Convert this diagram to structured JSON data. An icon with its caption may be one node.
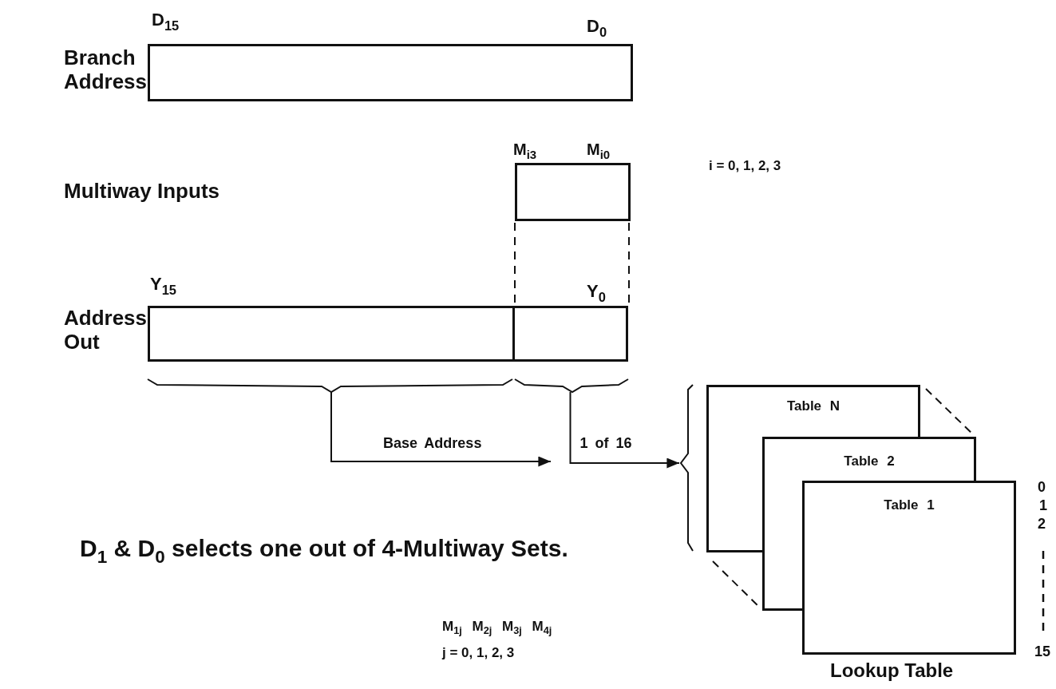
{
  "diagram": {
    "nodes": [
      {
        "text": [
          "Branch Address"
        ]
      },
      {
        "text": [],
        "shape": "box"
      },
      {
        "text": [
          "Address Out"
        ]
      },
      {
        "text": [],
        "shape": "box",
        "in": 2
      },
      {
        "text": [
          "Table N"
        ]
      },
      {
        "text": [
          "Table 2"
        ]
      },
      {
        "text": [
          "Table 1"
        ]
      }
    ],
    "edges": [
      {
        "from": 1,
        "to": 3,
        "arrow": "none",
        "style": "dashed"
      },
      {
        "from": 1,
        "to": 3,
        "arrow": "none",
        "style": "dashed"
      },
      {
        "from": 2,
        "to": null,
        "arrow": "to",
        "label": "Base Address"
      },
      {
        "from": 3,
        "to": 4,
        "arrow": "to",
        "label": "1 of 16"
      }
    ],
    "labels": [
      "Multiway Inputs",
      "D$_{15}$",
      "D$_{0}$",
      "M$_{i3}$",
      "M$_{i0}$",
      "i = 0, 1, 2, 3",
      "Y$_{15}$",
      "Y$_{0}$",
      "0",
      "1",
      "2",
      "15",
      "Lookup Table",
      "D$_{1}$ & D$_{0}$ selects one out of 4-Multiway Sets.",
      "M$_{1j}$ M$_{2j}$ M$_{3j}$ M$_{4j}$",
      "j = 0, 1, 2, 3"
    ]
  }
}
